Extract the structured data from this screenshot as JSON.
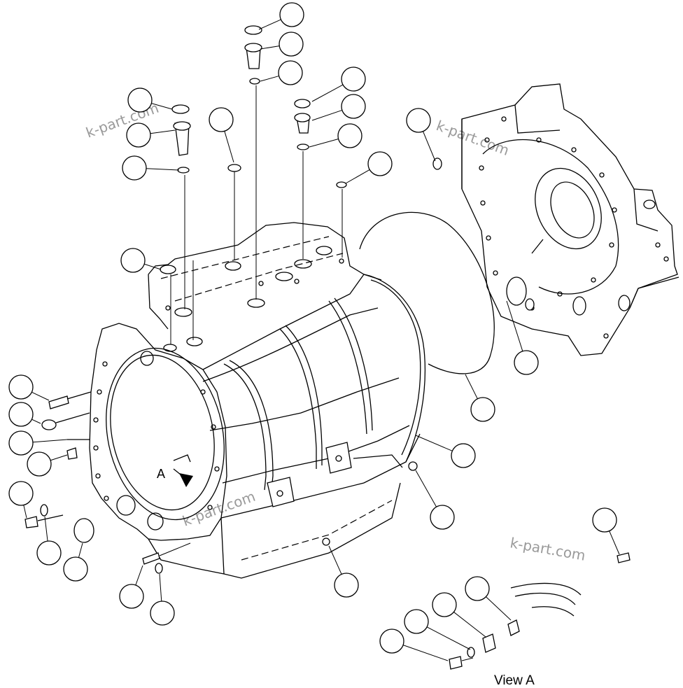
{
  "view_label": "View A",
  "arrow_label": "A",
  "watermark": "k-part.com",
  "callout_count": 36
}
